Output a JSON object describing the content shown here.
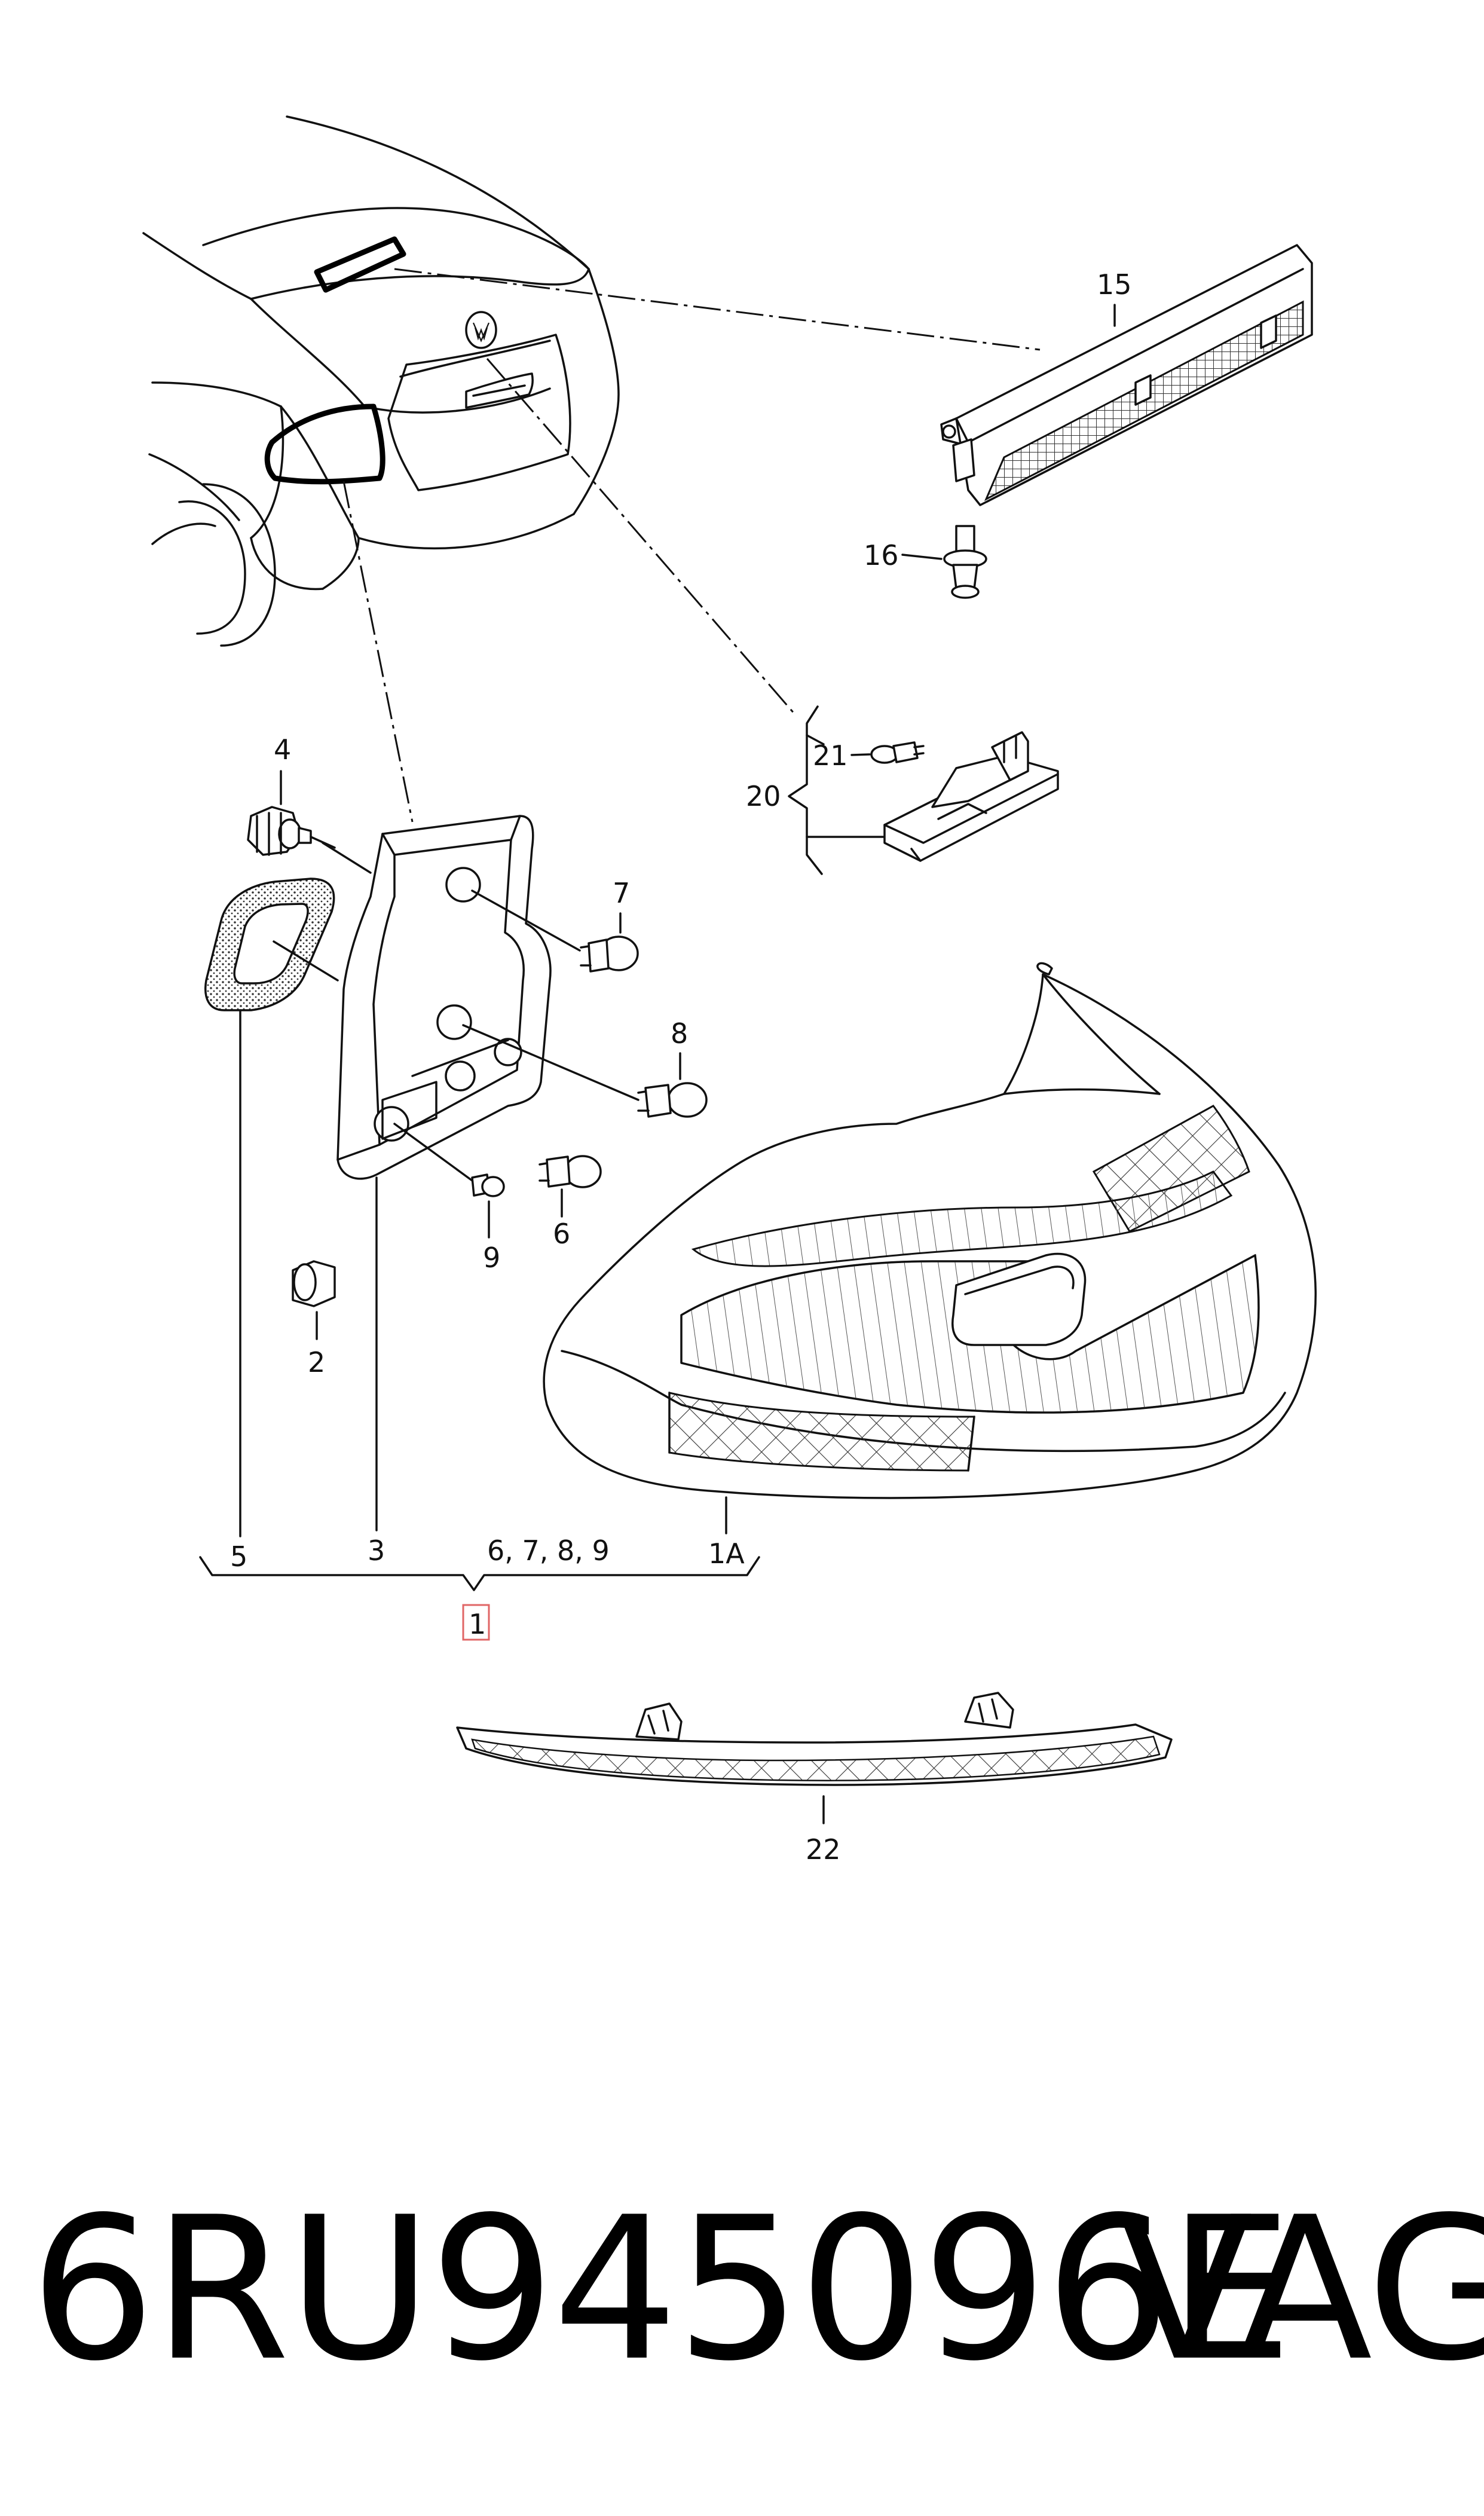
{
  "callouts": {
    "c15": "15",
    "c16": "16",
    "c4": "4",
    "c21": "21",
    "c20": "20",
    "c7": "7",
    "c8": "8",
    "c9": "9",
    "c6": "6",
    "c2": "2",
    "c5": "5",
    "c3": "3",
    "c6789": "6, 7, 8, 9",
    "c1A": "1A",
    "c1": "1",
    "c22": "22"
  },
  "footer": {
    "part_number": "6RU945096E",
    "brand": "VAG"
  },
  "colors": {
    "line": "#111111",
    "highlight_box": "#e06666",
    "background": "#ffffff"
  }
}
